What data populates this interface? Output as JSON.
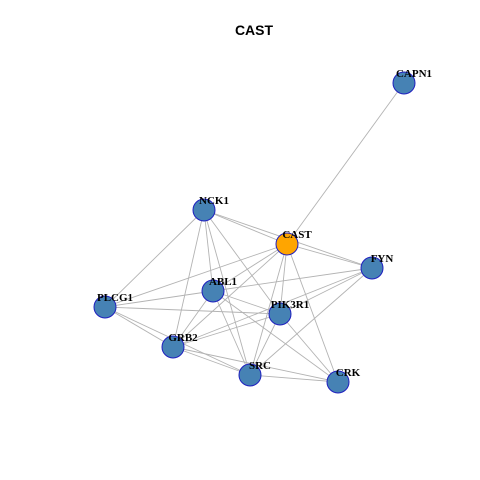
{
  "title": "CAST",
  "colors": {
    "center_node": "#FFA500",
    "node": "#4682B4",
    "node_border": "#1F1FBF",
    "edge": "#B3B3B3"
  },
  "center": "CAST",
  "nodes": [
    "CAST",
    "CAPN1",
    "NCK1",
    "FYN",
    "ABL1",
    "PLCG1",
    "PIK3R1",
    "GRB2",
    "SRC",
    "CRK"
  ],
  "edges": [
    [
      "CAST",
      "CAPN1"
    ],
    [
      "CAST",
      "NCK1"
    ],
    [
      "CAST",
      "FYN"
    ],
    [
      "CAST",
      "ABL1"
    ],
    [
      "CAST",
      "PLCG1"
    ],
    [
      "CAST",
      "PIK3R1"
    ],
    [
      "CAST",
      "GRB2"
    ],
    [
      "CAST",
      "SRC"
    ],
    [
      "CAST",
      "CRK"
    ],
    [
      "NCK1",
      "FYN"
    ],
    [
      "NCK1",
      "ABL1"
    ],
    [
      "NCK1",
      "PLCG1"
    ],
    [
      "NCK1",
      "PIK3R1"
    ],
    [
      "NCK1",
      "GRB2"
    ],
    [
      "NCK1",
      "SRC"
    ],
    [
      "FYN",
      "ABL1"
    ],
    [
      "FYN",
      "PIK3R1"
    ],
    [
      "FYN",
      "GRB2"
    ],
    [
      "FYN",
      "SRC"
    ],
    [
      "ABL1",
      "PLCG1"
    ],
    [
      "ABL1",
      "PIK3R1"
    ],
    [
      "ABL1",
      "GRB2"
    ],
    [
      "ABL1",
      "SRC"
    ],
    [
      "ABL1",
      "CRK"
    ],
    [
      "PLCG1",
      "PIK3R1"
    ],
    [
      "PLCG1",
      "GRB2"
    ],
    [
      "PLCG1",
      "SRC"
    ],
    [
      "PIK3R1",
      "GRB2"
    ],
    [
      "PIK3R1",
      "SRC"
    ],
    [
      "PIK3R1",
      "CRK"
    ],
    [
      "GRB2",
      "SRC"
    ],
    [
      "GRB2",
      "CRK"
    ],
    [
      "SRC",
      "CRK"
    ]
  ]
}
